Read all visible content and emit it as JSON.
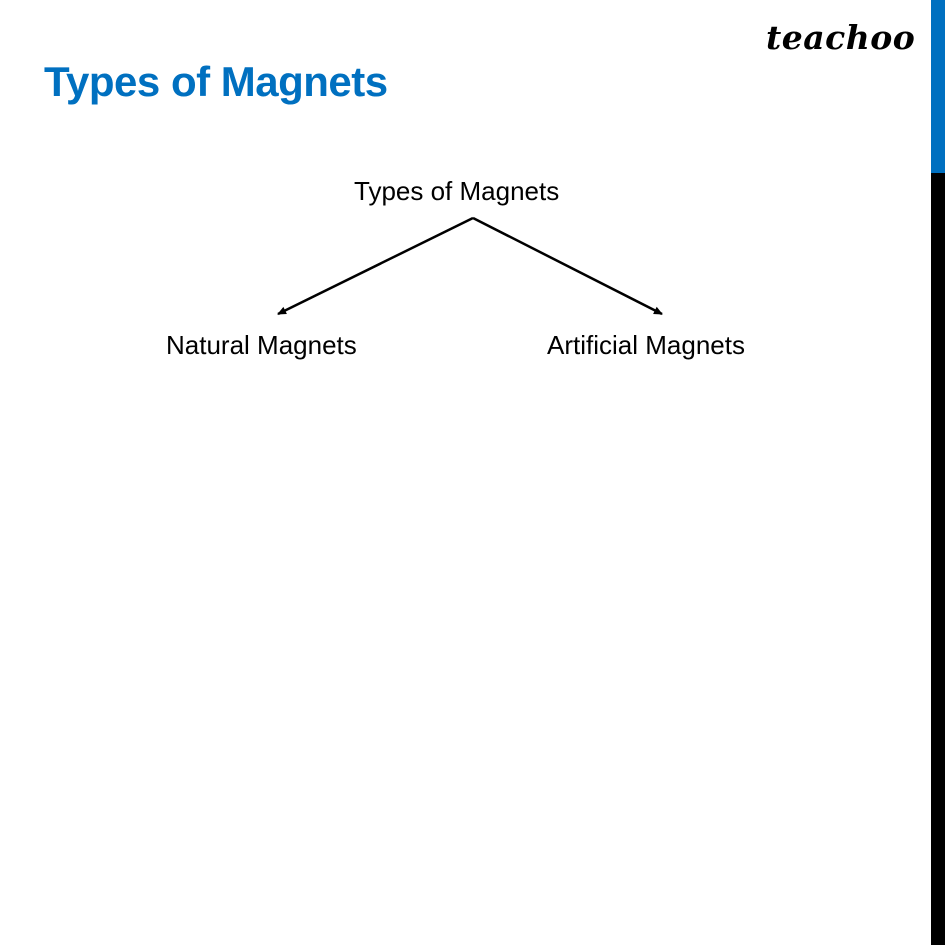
{
  "brand": {
    "logo_text": "teachoo"
  },
  "header": {
    "title": "Types of Magnets"
  },
  "colors": {
    "accent": "#0070C0",
    "side_bar_bottom": "#000000",
    "text": "#000000"
  },
  "diagram": {
    "root": "Types of Magnets",
    "children": [
      {
        "label": "Natural Magnets"
      },
      {
        "label": "Artificial Magnets"
      }
    ]
  }
}
